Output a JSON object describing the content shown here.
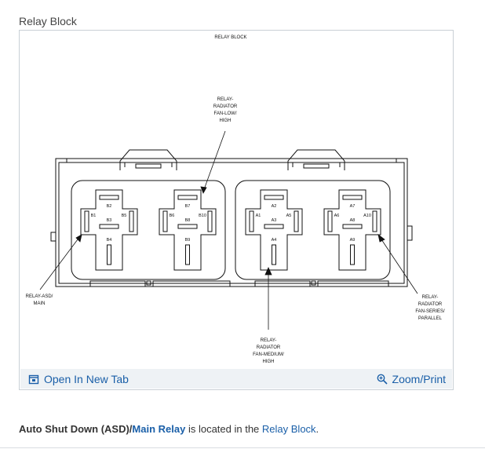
{
  "section": {
    "title": "Relay Block"
  },
  "diagram": {
    "heading": "RELAY BLOCK",
    "callouts": {
      "fan_low": [
        "RELAY-",
        "RADIATOR",
        "FAN-LOW/",
        "HIGH"
      ],
      "asd_main": [
        "RELAY-ASD/",
        "MAIN"
      ],
      "fan_medium": [
        "RELAY-",
        "RADIATOR",
        "FAN-MEDIUM/",
        "HIGH"
      ],
      "fan_series": [
        "RELAY-",
        "RADIATOR",
        "FAN-SERIES/",
        "PARALLEL"
      ]
    },
    "relays": [
      {
        "top": "B2",
        "left": "B1",
        "right": "B5",
        "center": "B3",
        "bottom": "B4"
      },
      {
        "top": "B7",
        "left": "B6",
        "right": "B10",
        "center": "B8",
        "bottom": "B9"
      },
      {
        "top": "A2",
        "left": "A1",
        "right": "A5",
        "center": "A3",
        "bottom": "A4"
      },
      {
        "top": "A7",
        "left": "A6",
        "right": "A10",
        "center": "A8",
        "bottom": "A9"
      }
    ]
  },
  "toolbar": {
    "open_label": "Open In New Tab",
    "zoom_label": "Zoom/Print"
  },
  "caption": {
    "part1": "Auto Shut Down (ASD)/",
    "link1": "Main Relay",
    "part2": " is located in the ",
    "link2": "Relay Block",
    "part3": "."
  }
}
